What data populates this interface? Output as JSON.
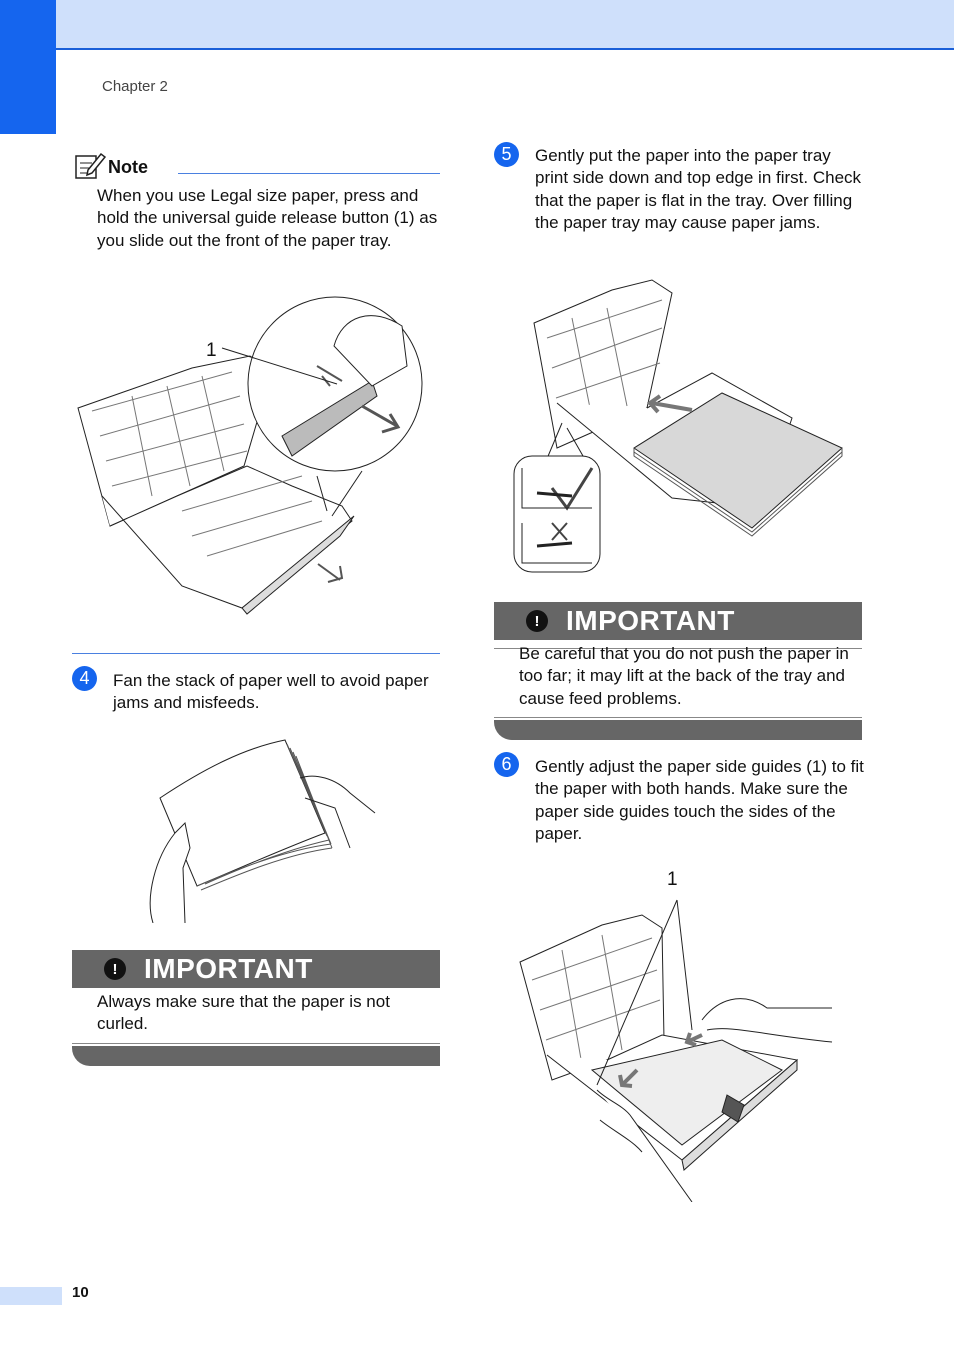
{
  "header": {
    "chapter": "Chapter 2"
  },
  "note": {
    "title": "Note",
    "text": "When you use Legal size paper, press and hold the universal guide release button (1) as you slide out the front of the paper tray.",
    "figure_callout": "1"
  },
  "steps": [
    {
      "number": "4",
      "text": "Fan the stack of paper well to avoid paper jams and misfeeds."
    },
    {
      "number": "5",
      "text": "Gently put the paper into the paper tray print side down and top edge in first. Check that the paper is flat in the tray. Over filling the paper tray may cause paper jams."
    },
    {
      "number": "6",
      "text": "Gently adjust the paper side guides (1) to fit the paper with both hands. Make sure the paper side guides touch the sides of the paper.",
      "figure_callout": "1"
    }
  ],
  "important_left": {
    "label": "IMPORTANT",
    "icon": "!",
    "text": "Always make sure that the paper is not curled."
  },
  "important_right": {
    "label": "IMPORTANT",
    "icon": "!",
    "text": "Be careful that you do not push the paper in too far; it may lift at the back of the tray and cause feed problems."
  },
  "footer": {
    "page_number": "10"
  },
  "colors": {
    "accent_blue": "#1565ee",
    "header_band": "#cfe0fb",
    "important_bar": "#666666"
  },
  "icons": {
    "note": "pencil-note-icon",
    "important": "exclamation-icon"
  }
}
